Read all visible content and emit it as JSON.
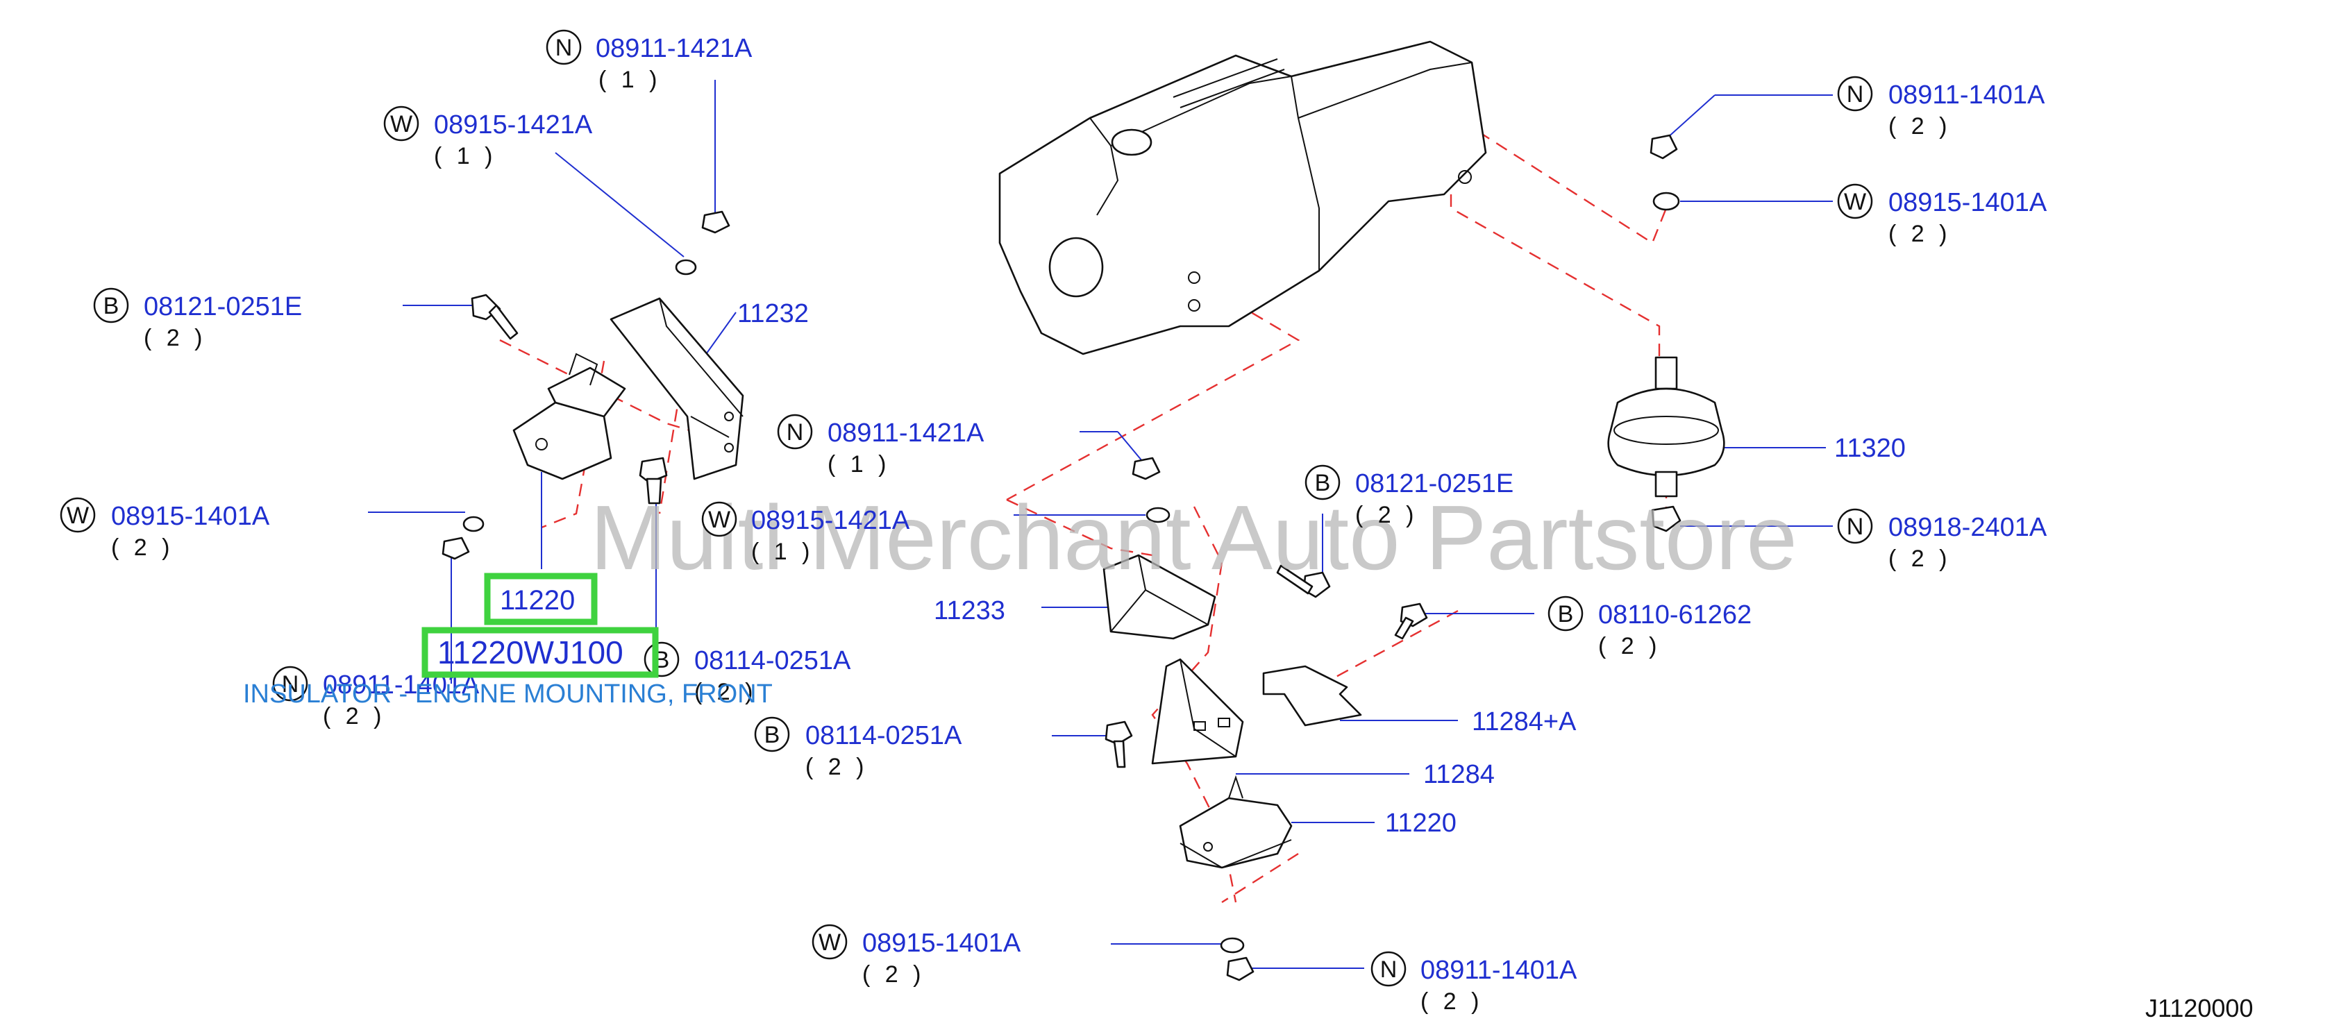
{
  "diagram_id": "J1120000",
  "watermark": "Multi Merchant Auto Partstore",
  "colors": {
    "part_number": "#1f2fd0",
    "highlight": "#3fd23f",
    "dashed_line": "#e53030",
    "description": "#2a7fd4",
    "watermark": "#b8b8b8"
  },
  "highlight": {
    "part_number": "11220",
    "full_part_number": "11220WJ100",
    "description": "INSULATOR - ENGINE MOUNTING, FRONT"
  },
  "callouts": [
    {
      "id": "c1",
      "letter": "N",
      "part": "08911-1421A",
      "qty": "( 1 )"
    },
    {
      "id": "c2",
      "letter": "W",
      "part": "08915-1421A",
      "qty": "( 1 )"
    },
    {
      "id": "c3",
      "letter": "B",
      "part": "08121-0251E",
      "qty": "( 2 )"
    },
    {
      "id": "c4",
      "letter": "",
      "part": "11232",
      "qty": ""
    },
    {
      "id": "c5",
      "letter": "W",
      "part": "08915-1401A",
      "qty": "( 2 )"
    },
    {
      "id": "c6",
      "letter": "B",
      "part": "08114-0251A",
      "qty": "( 2 )"
    },
    {
      "id": "c7",
      "letter": "N",
      "part": "08911-1401A",
      "qty": "( 2 )"
    },
    {
      "id": "c8",
      "letter": "N",
      "part": "08911-1421A",
      "qty": "( 1 )"
    },
    {
      "id": "c9",
      "letter": "W",
      "part": "08915-1421A",
      "qty": "( 1 )"
    },
    {
      "id": "c10",
      "letter": "",
      "part": "11233",
      "qty": ""
    },
    {
      "id": "c11",
      "letter": "B",
      "part": "08114-0251A",
      "qty": "( 2 )"
    },
    {
      "id": "c12",
      "letter": "B",
      "part": "08121-0251E",
      "qty": "( 2 )"
    },
    {
      "id": "c13",
      "letter": "N",
      "part": "08911-1401A",
      "qty": "( 2 )"
    },
    {
      "id": "c14",
      "letter": "W",
      "part": "08915-1401A",
      "qty": "( 2 )"
    },
    {
      "id": "c15",
      "letter": "",
      "part": "11320",
      "qty": ""
    },
    {
      "id": "c16",
      "letter": "N",
      "part": "08918-2401A",
      "qty": "( 2 )"
    },
    {
      "id": "c17",
      "letter": "B",
      "part": "08110-61262",
      "qty": "( 2 )"
    },
    {
      "id": "c18",
      "letter": "",
      "part": "11284+A",
      "qty": ""
    },
    {
      "id": "c19",
      "letter": "",
      "part": "11284",
      "qty": ""
    },
    {
      "id": "c20",
      "letter": "",
      "part": "11220",
      "qty": ""
    },
    {
      "id": "c21",
      "letter": "W",
      "part": "08915-1401A",
      "qty": "( 2 )"
    },
    {
      "id": "c22",
      "letter": "N",
      "part": "08911-1401A",
      "qty": "( 2 )"
    }
  ]
}
